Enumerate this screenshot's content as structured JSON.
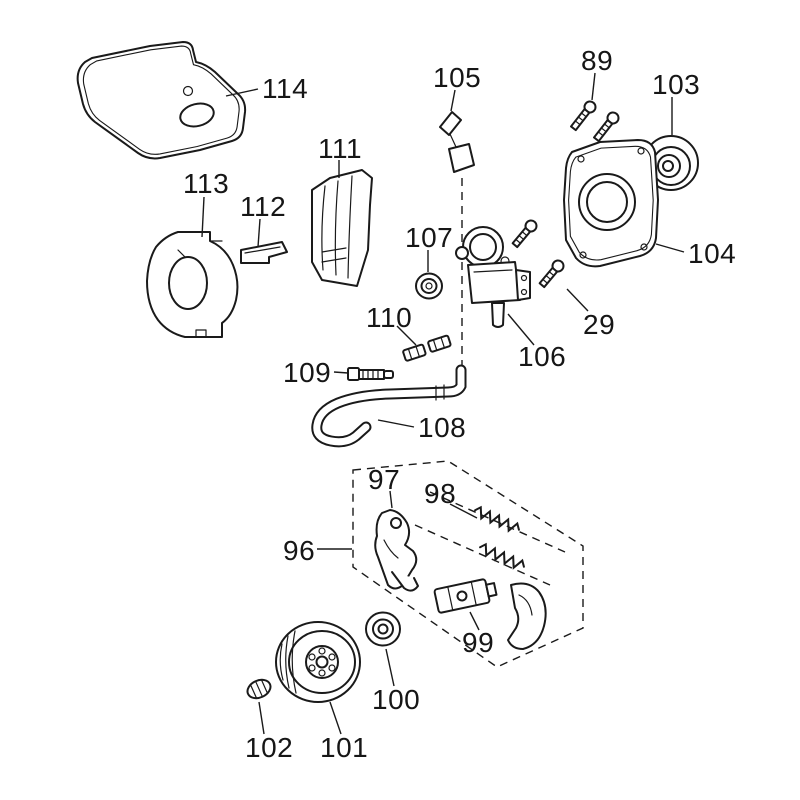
{
  "page": {
    "background_color": "#ffffff",
    "line_color": "#1a1a1a",
    "description": "Exploded parts diagram with numbered callouts"
  },
  "parts": {
    "p114": "114",
    "p113": "113",
    "p112": "112",
    "p111": "111",
    "p105": "105",
    "p89": "89",
    "p103": "103",
    "p104": "104",
    "p107": "107",
    "p106": "106",
    "p29": "29",
    "p110": "110",
    "p109": "109",
    "p108": "108",
    "p96": "96",
    "p97": "97",
    "p98": "98",
    "p99": "99",
    "p100": "100",
    "p101": "101",
    "p102": "102"
  }
}
